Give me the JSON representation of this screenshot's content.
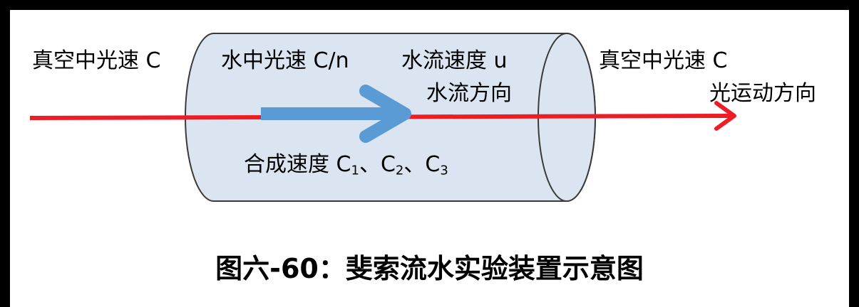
{
  "labels": {
    "vacuum_left": "真空中光速 C",
    "water_speed": "水中光速 C/n",
    "flow_speed": "水流速度 u",
    "flow_direction": "水流方向",
    "vacuum_right": "真空中光速 C",
    "light_direction": "光运动方向",
    "combined_prefix": "合成速度 ",
    "c1_base": "C",
    "c1_sub": "1",
    "sep1": "、",
    "c2_base": "C",
    "c2_sub": "2",
    "sep2": "、",
    "c3_base": "C",
    "c3_sub": "3"
  },
  "caption": "图六-60：斐索流水实验装置示意图",
  "colors": {
    "frame": "#000000",
    "light_ray": "#ee1c24",
    "flow_arrow": "#5b9bd5",
    "tube_fill": "#dbe5f1",
    "tube_stroke": "#3a3a3a"
  }
}
